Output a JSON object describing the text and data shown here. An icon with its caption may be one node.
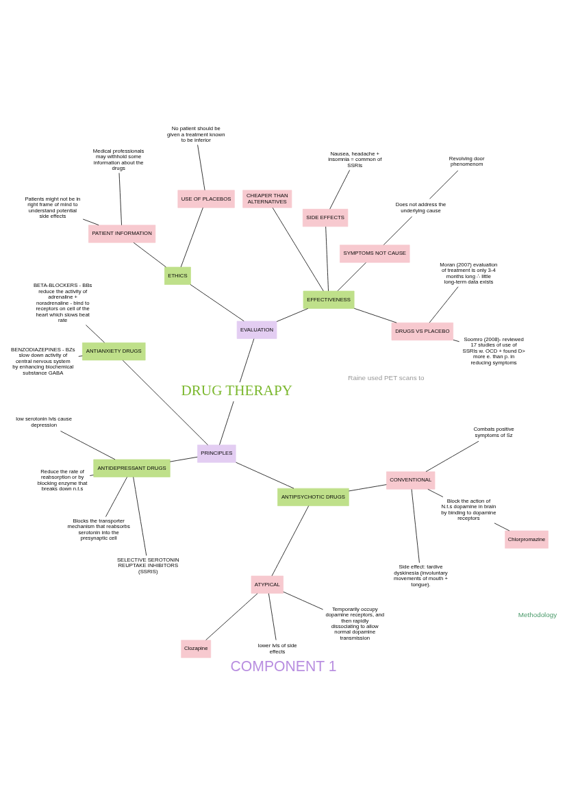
{
  "diagram": {
    "caption": "COMPONENT 1",
    "nodes": [
      {
        "text": [
          "DRUG THERAPY"
        ]
      },
      {
        "text": [
          "EVALUATION"
        ]
      },
      {
        "text": [
          "PRINCIPLES"
        ]
      },
      {
        "text": [
          "EFFECTIVENESS"
        ]
      },
      {
        "text": [
          "ETHICS"
        ]
      },
      {
        "text": [
          "DRUGS VS PLACEBO"
        ]
      },
      {
        "text": [
          "Soomro (2008)- reviewed 17 studies of use of SSRIs w. OCD + found D> more e. than p. in reducing symptoms"
        ]
      },
      {
        "text": [
          "Moran (2007) evaluation of treatment is only 3-4 months long ∴ little long-term data exists"
        ]
      },
      {
        "text": [
          "SYMPTOMS NOT CAUSE"
        ]
      },
      {
        "text": [
          "Does not address the underlying cause"
        ]
      },
      {
        "text": [
          "Revolving door phenomenom"
        ]
      },
      {
        "text": [
          "SIDE EFFECTS"
        ]
      },
      {
        "text": [
          "Nausea, headache + insomnia = common of SSRIs"
        ]
      },
      {
        "text": [
          "CHEAPER THAN ALTERNATIVES"
        ]
      },
      {
        "text": [
          "USE OF PLACEBOS"
        ]
      },
      {
        "text": [
          "No patient should be given a treatment known to be inferior"
        ]
      },
      {
        "text": [
          "PATIENT INFORMATION"
        ]
      },
      {
        "text": [
          "Medical professionals may withhold some information about the drugs"
        ]
      },
      {
        "text": [
          "Patients might not be in right frame of mind to understand potential side effects"
        ]
      },
      {
        "text": [
          "ANTIANXIETY DRUGS"
        ]
      },
      {
        "text": [
          "BETA-BLOCKERS - BBs reduce the activity of adrenaline + noradrenaline - bind to receptors on cell of the heart which slows beat rate"
        ]
      },
      {
        "text": [
          "BENZODIAZEPINES - BZs slow down activity of central nervous system by enhancing biochemical substance GABA"
        ]
      },
      {
        "text": [
          "ANTIDEPRESSANT DRUGS"
        ]
      },
      {
        "text": [
          "low serotonin lvls cause depression"
        ]
      },
      {
        "text": [
          "Reduce the rate of reabsorption or by blocking enzyme that breaks down n.t.s"
        ]
      },
      {
        "text": [
          "Blocks the transporter mechanism that reabsorbs serotonin into the presynaptic cell"
        ]
      },
      {
        "text": [
          "SELECTIVE SEROTONIN REUPTAKE INHIBITORS (SSRIS)"
        ]
      },
      {
        "text": [
          "ANTIPSYCHOTIC DRUGS"
        ]
      },
      {
        "text": [
          "ATYPICAL"
        ]
      },
      {
        "text": [
          "Clozapine"
        ]
      },
      {
        "text": [
          "lower lvls of side effects"
        ]
      },
      {
        "text": [
          "Temporarily occupy dopamine receptors, and then rapidly dissociating to allow normal dopamine transmission"
        ]
      },
      {
        "text": [
          "CONVENTIONAL"
        ]
      },
      {
        "text": [
          "Side effect: tardive dyskinesia (involuntary movements of mouth + tongue)."
        ]
      },
      {
        "text": [
          "Block the action of N.t.s dopamine in brain by binding to dopamine receptors"
        ]
      },
      {
        "text": [
          "Combats positive symptoms of Sz"
        ]
      },
      {
        "text": [
          "Chlorpromazine"
        ]
      }
    ],
    "edges": [
      {
        "from": 0,
        "to": 1,
        "arrow": "none"
      },
      {
        "from": 0,
        "to": 2,
        "arrow": "none"
      },
      {
        "from": 1,
        "to": 3,
        "arrow": "none"
      },
      {
        "from": 1,
        "to": 4,
        "arrow": "none"
      },
      {
        "from": 3,
        "to": 5,
        "arrow": "none"
      },
      {
        "from": 5,
        "to": 6,
        "arrow": "none"
      },
      {
        "from": 5,
        "to": 7,
        "arrow": "none"
      },
      {
        "from": 3,
        "to": 8,
        "arrow": "none"
      },
      {
        "from": 8,
        "to": 9,
        "arrow": "none"
      },
      {
        "from": 9,
        "to": 10,
        "arrow": "none"
      },
      {
        "from": 3,
        "to": 11,
        "arrow": "none"
      },
      {
        "from": 11,
        "to": 12,
        "arrow": "none"
      },
      {
        "from": 3,
        "to": 13,
        "arrow": "none"
      },
      {
        "from": 4,
        "to": 14,
        "arrow": "none"
      },
      {
        "from": 14,
        "to": 15,
        "arrow": "none"
      },
      {
        "from": 4,
        "to": 16,
        "arrow": "none"
      },
      {
        "from": 16,
        "to": 17,
        "arrow": "none"
      },
      {
        "from": 16,
        "to": 18,
        "arrow": "none"
      },
      {
        "from": 2,
        "to": 19,
        "arrow": "none"
      },
      {
        "from": 19,
        "to": 20,
        "arrow": "none"
      },
      {
        "from": 19,
        "to": 21,
        "arrow": "none"
      },
      {
        "from": 2,
        "to": 22,
        "arrow": "none"
      },
      {
        "from": 22,
        "to": 23,
        "arrow": "none"
      },
      {
        "from": 22,
        "to": 24,
        "arrow": "none"
      },
      {
        "from": 22,
        "to": 25,
        "arrow": "none"
      },
      {
        "from": 22,
        "to": 26,
        "arrow": "none"
      },
      {
        "from": 2,
        "to": 27,
        "arrow": "none"
      },
      {
        "from": 27,
        "to": 28,
        "arrow": "none"
      },
      {
        "from": 28,
        "to": 29,
        "arrow": "none"
      },
      {
        "from": 28,
        "to": 30,
        "arrow": "none"
      },
      {
        "from": 28,
        "to": 31,
        "arrow": "none"
      },
      {
        "from": 27,
        "to": 32,
        "arrow": "none"
      },
      {
        "from": 32,
        "to": 33,
        "arrow": "none"
      },
      {
        "from": 32,
        "to": 34,
        "arrow": "none"
      },
      {
        "from": 32,
        "to": 35,
        "arrow": "none"
      },
      {
        "from": 34,
        "to": 36,
        "arrow": "none"
      }
    ],
    "labels": [
      "Methodology",
      "Raine used PET scans to"
    ]
  }
}
